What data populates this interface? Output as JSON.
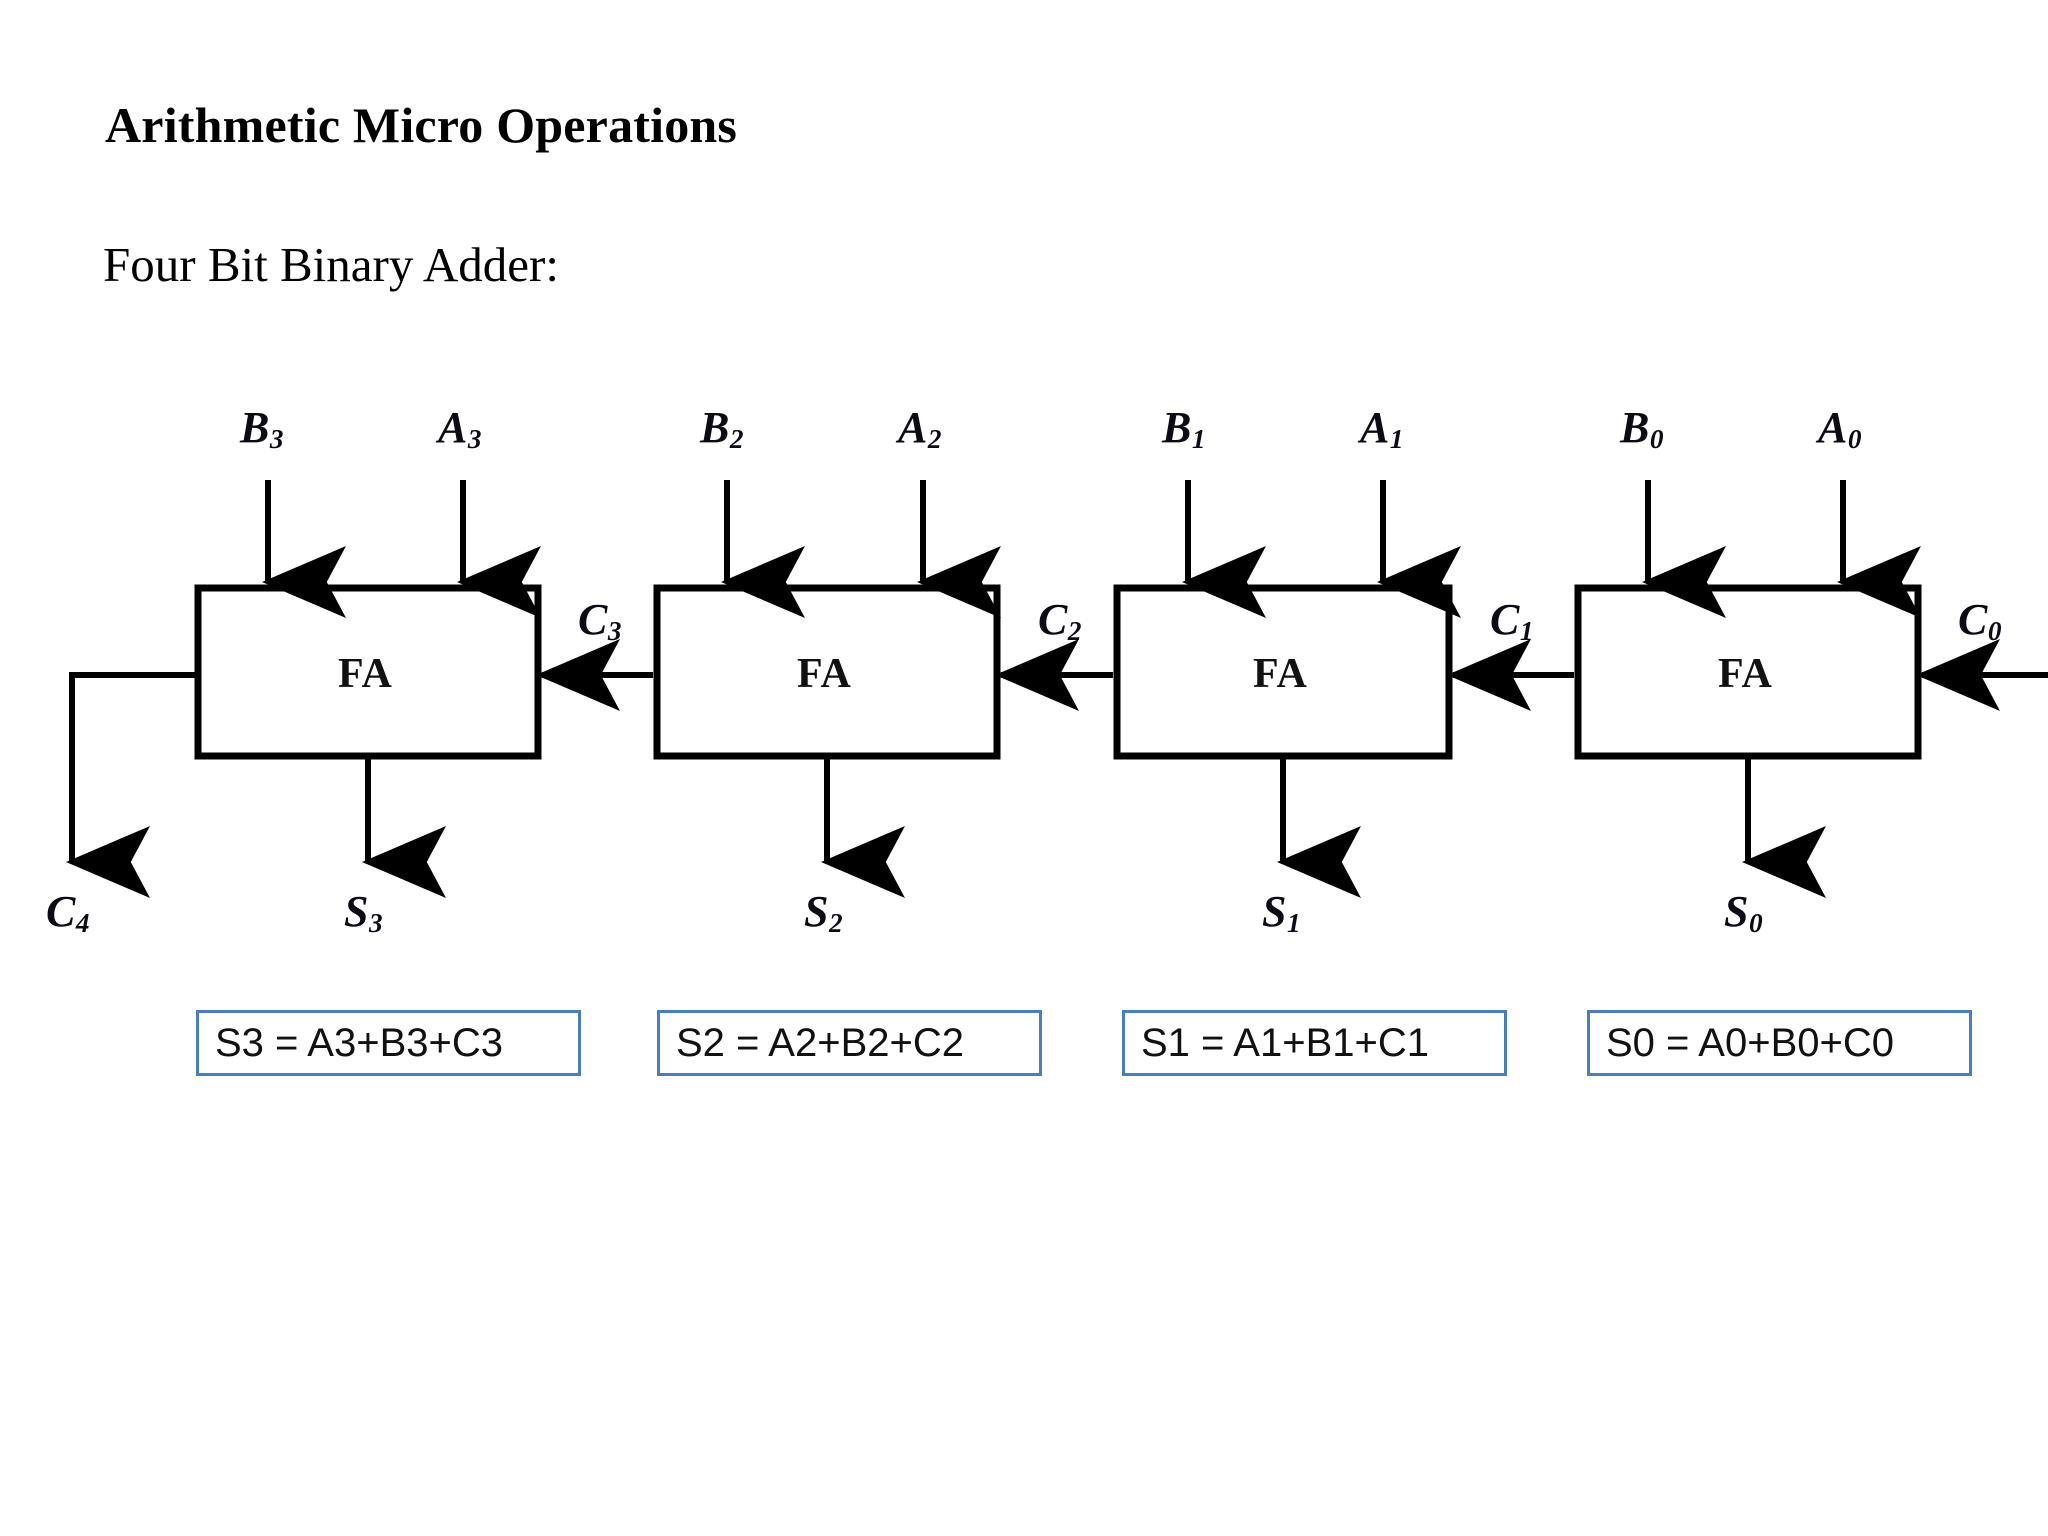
{
  "slide": {
    "title": "Arithmetic Micro Operations",
    "subtitle": "Four Bit Binary Adder:"
  },
  "diagram": {
    "type": "four-bit-ripple-carry-adder",
    "block_label": "FA",
    "blocks": [
      {
        "id": "fa3",
        "label": "FA",
        "inputs": [
          "B3",
          "A3"
        ],
        "carry_in": "C3",
        "carry_out": "C4",
        "sum": "S3"
      },
      {
        "id": "fa2",
        "label": "FA",
        "inputs": [
          "B2",
          "A2"
        ],
        "carry_in": "C2",
        "carry_out": "C3",
        "sum": "S2"
      },
      {
        "id": "fa1",
        "label": "FA",
        "inputs": [
          "B1",
          "A1"
        ],
        "carry_in": "C1",
        "carry_out": "C2",
        "sum": "S1"
      },
      {
        "id": "fa0",
        "label": "FA",
        "inputs": [
          "B0",
          "A0"
        ],
        "carry_in": "C0",
        "carry_out": "C1",
        "sum": "S0"
      }
    ],
    "input_labels": {
      "b3": "B",
      "b3sub": "3",
      "a3": "A",
      "a3sub": "3",
      "b2": "B",
      "b2sub": "2",
      "a2": "A",
      "a2sub": "2",
      "b1": "B",
      "b1sub": "1",
      "a1": "A",
      "a1sub": "1",
      "b0": "B",
      "b0sub": "0",
      "a0": "A",
      "a0sub": "0"
    },
    "carry_labels": {
      "c4": "C",
      "c4sub": "4",
      "c3": "C",
      "c3sub": "3",
      "c2": "C",
      "c2sub": "2",
      "c1": "C",
      "c1sub": "1",
      "c0": "C",
      "c0sub": "0"
    },
    "sum_labels": {
      "s3": "S",
      "s3sub": "3",
      "s2": "S",
      "s2sub": "2",
      "s1": "S",
      "s1sub": "1",
      "s0": "S",
      "s0sub": "0"
    }
  },
  "equations": [
    {
      "id": "eq-s3",
      "text": "S3 = A3+B3+C3"
    },
    {
      "id": "eq-s2",
      "text": "S2 = A2+B2+C2"
    },
    {
      "id": "eq-s1",
      "text": "S1 = A1+B1+C1"
    },
    {
      "id": "eq-s0",
      "text": "S0 = A0+B0+C0"
    }
  ],
  "colors": {
    "background": "#ffffff",
    "ink": "#000000",
    "equation_border": "#4a7ebb",
    "equation_text": "#111111"
  }
}
